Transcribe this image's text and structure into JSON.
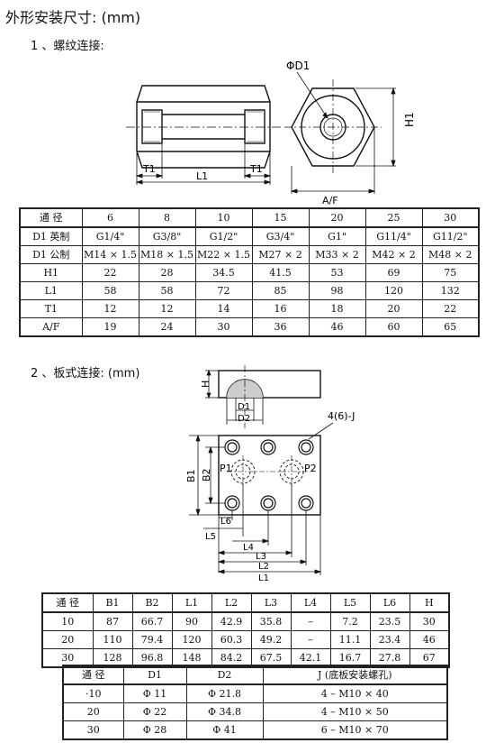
{
  "title": "外形安装尺寸: (mm)",
  "section1": {
    "heading": "1 、螺纹连接:",
    "labels": {
      "pd1": "ΦD1",
      "t1a": "T1",
      "l1": "L1",
      "t1b": "T1",
      "af": "A/F",
      "h1": "H1"
    },
    "table": {
      "rows": [
        [
          "通  径",
          "6",
          "8",
          "10",
          "15",
          "20",
          "25",
          "30"
        ],
        [
          "D1 英制",
          "G1/4\"",
          "G3/8\"",
          "G1/2\"",
          "G3/4\"",
          "G1\"",
          "G11/4\"",
          "G11/2\""
        ],
        [
          "D1 公制",
          "M14 × 1.5",
          "M18 × 1.5",
          "M22 × 1.5",
          "M27 × 2",
          "M33 × 2",
          "M42 × 2",
          "M48 × 2"
        ],
        [
          "H1",
          "22",
          "28",
          "34.5",
          "41.5",
          "53",
          "69",
          "75"
        ],
        [
          "L1",
          "58",
          "58",
          "72",
          "85",
          "98",
          "120",
          "132"
        ],
        [
          "T1",
          "12",
          "12",
          "14",
          "16",
          "18",
          "20",
          "22"
        ],
        [
          "A/F",
          "19",
          "24",
          "30",
          "36",
          "46",
          "60",
          "65"
        ]
      ]
    }
  },
  "section2": {
    "heading": "2 、板式连接: (mm)",
    "labels": {
      "h": "H",
      "d1": "D1",
      "d2": "D2",
      "j": "4(6)-J",
      "b1": "B1",
      "b2": "B2",
      "p1": "P1",
      "p2": "P2",
      "l6": "L6",
      "l5": "L5",
      "l4": "L4",
      "l3": "L3",
      "l2": "L2",
      "l1": "L1"
    },
    "table_a": {
      "rows": [
        [
          "通  径",
          "B1",
          "B2",
          "L1",
          "L2",
          "L3",
          "L4",
          "L5",
          "L6",
          "H"
        ],
        [
          "10",
          "87",
          "66.7",
          "90",
          "42.9",
          "35.8",
          "–",
          "7.2",
          "23.5",
          "30"
        ],
        [
          "20",
          "110",
          "79.4",
          "120",
          "60.3",
          "49.2",
          "–",
          "11.1",
          "23.4",
          "46"
        ],
        [
          "30",
          "128",
          "96.8",
          "148",
          "84.2",
          "67.5",
          "42.1",
          "16.7",
          "27.8",
          "67"
        ]
      ]
    },
    "table_b": {
      "rows": [
        [
          "通  径",
          "D1",
          "D2",
          "J (底板安装螺孔)"
        ],
        [
          "·10",
          "Φ 11",
          "Φ 21.8",
          "4 – M10 × 40"
        ],
        [
          "20",
          "Φ 22",
          "Φ 34.8",
          "4 – M10 × 50"
        ],
        [
          "30",
          "Φ 28",
          "Φ 41",
          "6 – M10 × 70"
        ]
      ]
    }
  }
}
